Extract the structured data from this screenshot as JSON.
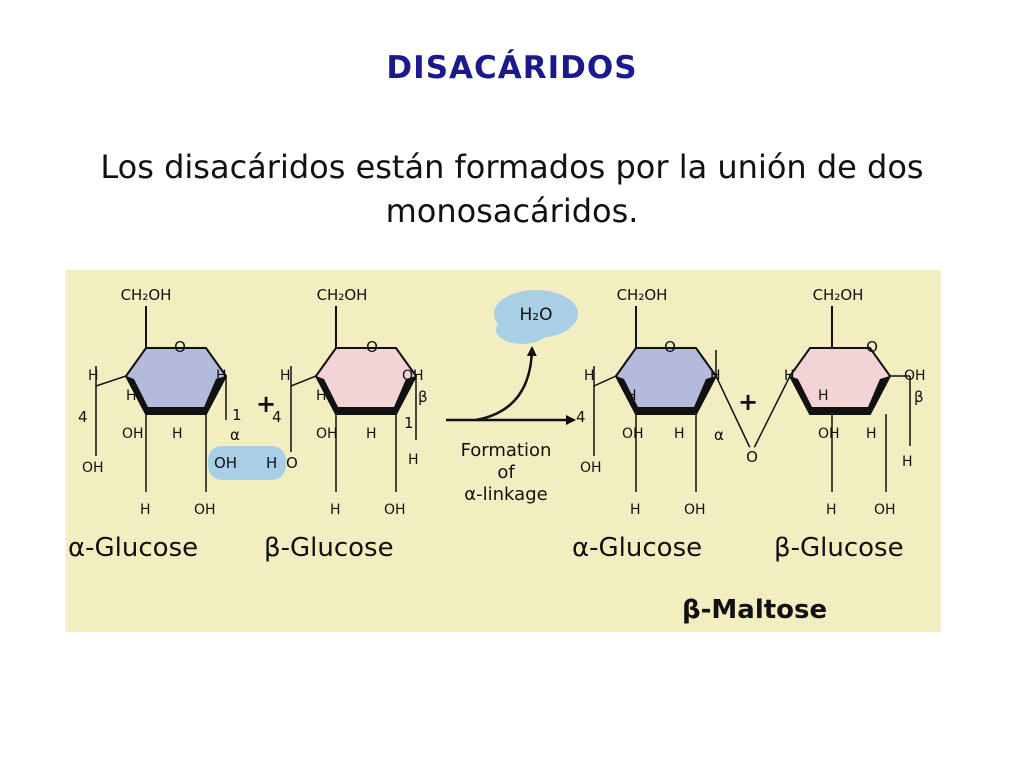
{
  "slide": {
    "title": "DISACÁRIDOS",
    "subtitle": "Los disacáridos están formados por la unión de dos monosacáridos."
  },
  "colors": {
    "title": "#1a1a8c",
    "panel": "#f3efc3",
    "alpha_ring": "#b4badb",
    "beta_ring": "#f3d3d3",
    "water_highlight": "#a8cfe6"
  },
  "figure": {
    "ring_atoms": {
      "ch2oh": "CH₂OH",
      "o": "O",
      "h": "H",
      "oh": "OH",
      "c4": "4",
      "c1": "1"
    },
    "alpha": "α",
    "beta": "β",
    "plus": "+",
    "water": "H₂O",
    "reaction_label": [
      "Formation",
      "of",
      "α-linkage"
    ],
    "labels": {
      "alpha_glucose": "α-Glucose",
      "beta_glucose": "β-Glucose",
      "alpha_glucose_2": "α-Glucose",
      "beta_glucose_2": "β-Glucose",
      "product": "β-Maltose"
    }
  }
}
